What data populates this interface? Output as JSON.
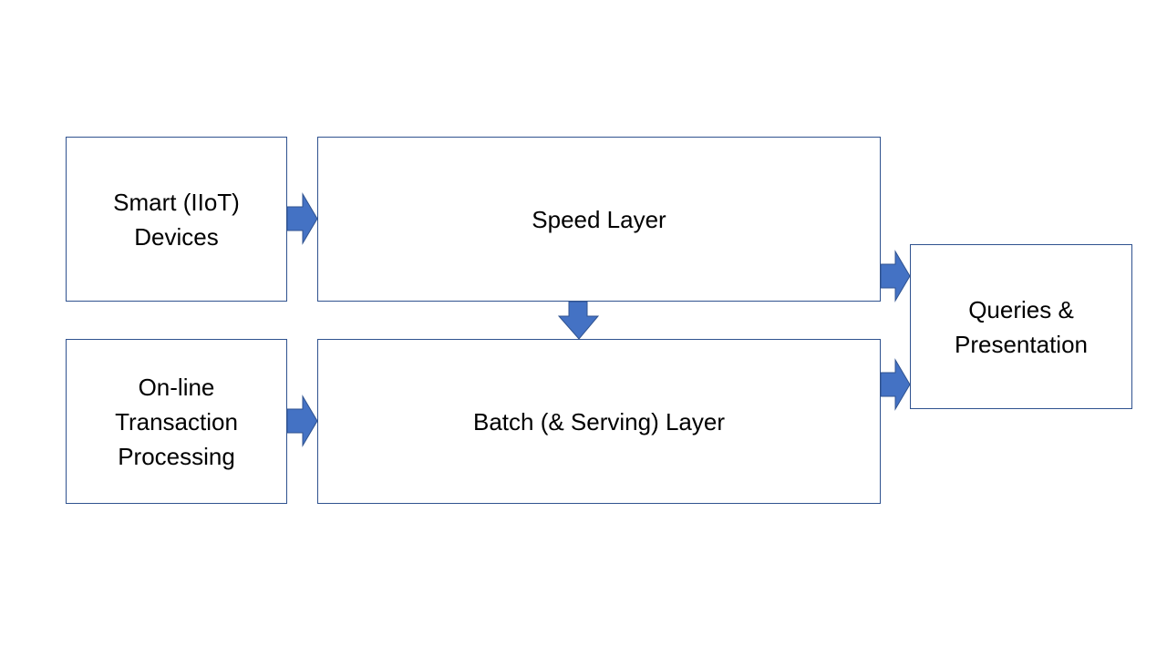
{
  "diagram": {
    "nodes": {
      "smart_devices": "Smart (IIoT)\nDevices",
      "oltp": "On-line\nTransaction\nProcessing",
      "speed_layer": "Speed Layer",
      "batch_layer": "Batch (& Serving) Layer",
      "queries": "Queries &\nPresentation"
    },
    "edges": [
      {
        "from": "smart_devices",
        "to": "speed_layer"
      },
      {
        "from": "oltp",
        "to": "batch_layer"
      },
      {
        "from": "speed_layer",
        "to": "batch_layer"
      },
      {
        "from": "speed_layer",
        "to": "queries"
      },
      {
        "from": "batch_layer",
        "to": "queries"
      }
    ]
  },
  "colors": {
    "arrow_fill": "#4472C4",
    "box_border": "#2F528F"
  }
}
